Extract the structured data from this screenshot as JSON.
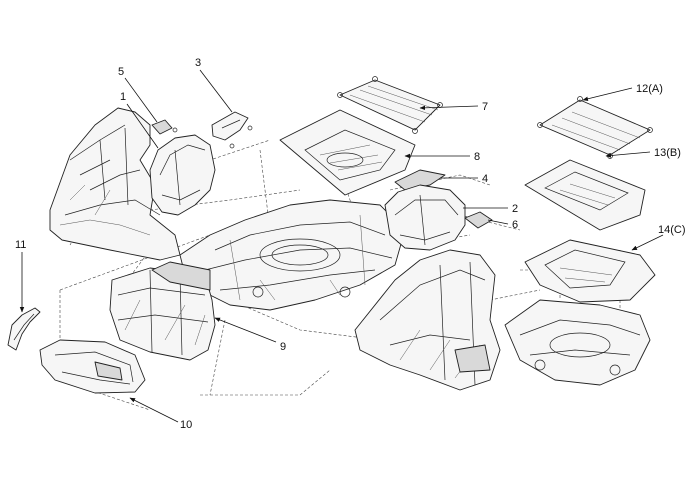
{
  "callouts": {
    "c1": "1",
    "c2": "2",
    "c3": "3",
    "c4": "4",
    "c5": "5",
    "c6": "6",
    "c7": "7",
    "c8": "8",
    "c9": "9",
    "c10": "10",
    "c11": "11",
    "c12": "12(A)",
    "c13": "13(B)",
    "c14": "14(C)"
  },
  "colors": {
    "line": "#222222",
    "fill": "#f6f6f6",
    "shade": "#d9d9d9"
  }
}
